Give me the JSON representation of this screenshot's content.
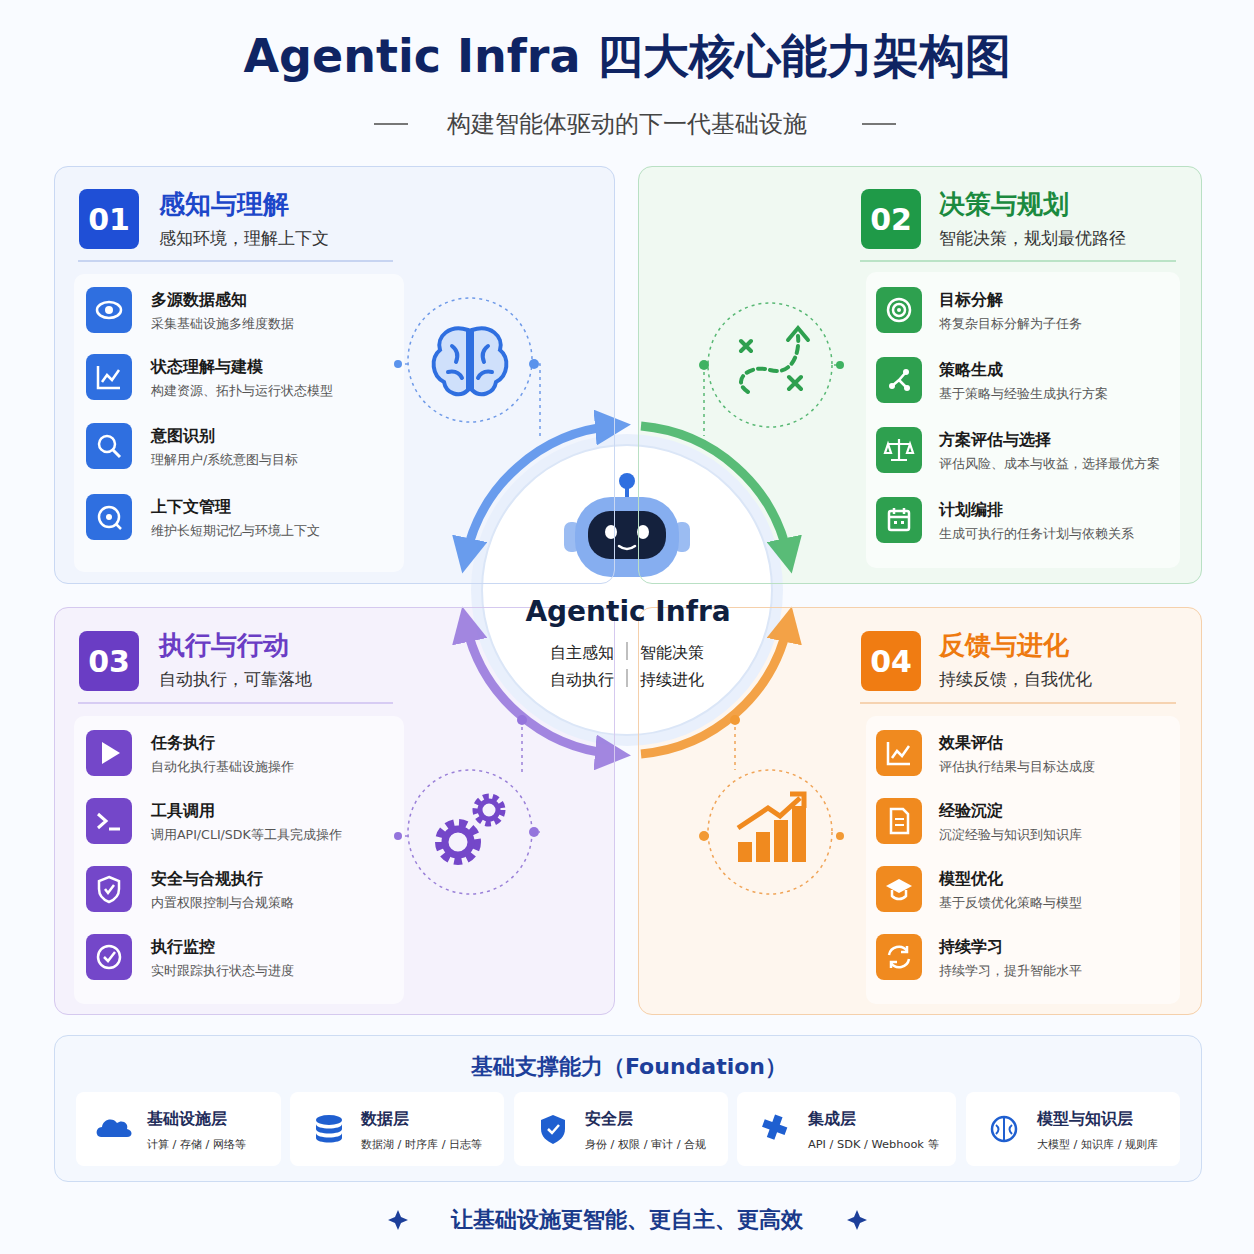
{
  "diagram": {
    "title": "Agentic Infra 四大核心能力架构图",
    "caption": "让基础设施更智能、更自主、更高效",
    "nodes": [
      {
        "text": [
          "感知与理解",
          "感知环境，理解上下文"
        ]
      },
      {
        "text": [
          "01"
        ],
        "in": 0
      },
      {
        "text": [
          "多源数据感知",
          "采集基础设施多维度数据"
        ],
        "in": 0
      },
      {
        "text": [
          "状态理解与建模",
          "构建资源、拓扑与运行状态模型"
        ],
        "in": 0
      },
      {
        "text": [
          "意图识别",
          "理解用户/系统意图与目标"
        ],
        "in": 0
      },
      {
        "text": [
          "上下文管理",
          "维护长短期记忆与环境上下文"
        ],
        "in": 0
      },
      {
        "text": [
          "决策与规划",
          "智能决策，规划最优路径"
        ]
      },
      {
        "text": [
          "02"
        ],
        "in": 6
      },
      {
        "text": [
          "目标分解",
          "将复杂目标分解为子任务"
        ],
        "in": 6
      },
      {
        "text": [
          "策略生成",
          "基于策略与经验生成执行方案"
        ],
        "in": 6
      },
      {
        "text": [
          "方案评估与选择",
          "评估风险、成本与收益，选择最优方案"
        ],
        "in": 6
      },
      {
        "text": [
          "计划编排",
          "生成可执行的任务计划与依赖关系"
        ],
        "in": 6
      },
      {
        "text": [
          "Agentic Infra",
          "自主感知",
          "智能决策",
          "自动执行",
          "持续进化"
        ]
      },
      {
        "text": [
          "执行与行动",
          "自动执行，可靠落地"
        ]
      },
      {
        "text": [
          "03"
        ],
        "in": 13
      },
      {
        "text": [
          "任务执行",
          "自动化执行基础设施操作"
        ],
        "in": 13
      },
      {
        "text": [
          "工具调用",
          "调用API/CLI/SDK等工具完成操作"
        ],
        "in": 13
      },
      {
        "text": [
          "安全与合规执行",
          "内置权限控制与合规策略"
        ],
        "in": 13
      },
      {
        "text": [
          "执行监控",
          "实时跟踪执行状态与进度"
        ],
        "in": 13
      },
      {
        "text": [
          "反馈与进化",
          "持续反馈，自我优化"
        ]
      },
      {
        "text": [
          "04"
        ],
        "in": 19
      },
      {
        "text": [
          "效果评估",
          "评估执行结果与目标达成度"
        ],
        "in": 19
      },
      {
        "text": [
          "经验沉淀",
          "沉淀经验与知识到知识库"
        ],
        "in": 19
      },
      {
        "text": [
          "模型优化",
          "基于反馈优化策略与模型"
        ],
        "in": 19
      },
      {
        "text": [
          "持续学习",
          "持续学习，提升智能水平"
        ],
        "in": 19
      },
      {
        "text": [
          "基础支撑能力（Foundation）"
        ]
      },
      {
        "text": [
          "基础设施层",
          "计算 / 存储 / 网络等"
        ],
        "in": 25
      },
      {
        "text": [
          "数据层",
          "数据湖 / 时序库 / 日志等"
        ],
        "in": 25
      },
      {
        "text": [
          "安全层",
          "身份 / 权限 / 审计 / 合规"
        ],
        "in": 25
      },
      {
        "text": [
          "集成层",
          "API / SDK / Webhook 等"
        ],
        "in": 25
      },
      {
        "text": [
          "模型与知识层",
          "大模型 / 知识库 / 规则库"
        ],
        "in": 25
      }
    ],
    "labels": [
      "构建智能体驱动的下一代基础设施"
    ]
  }
}
